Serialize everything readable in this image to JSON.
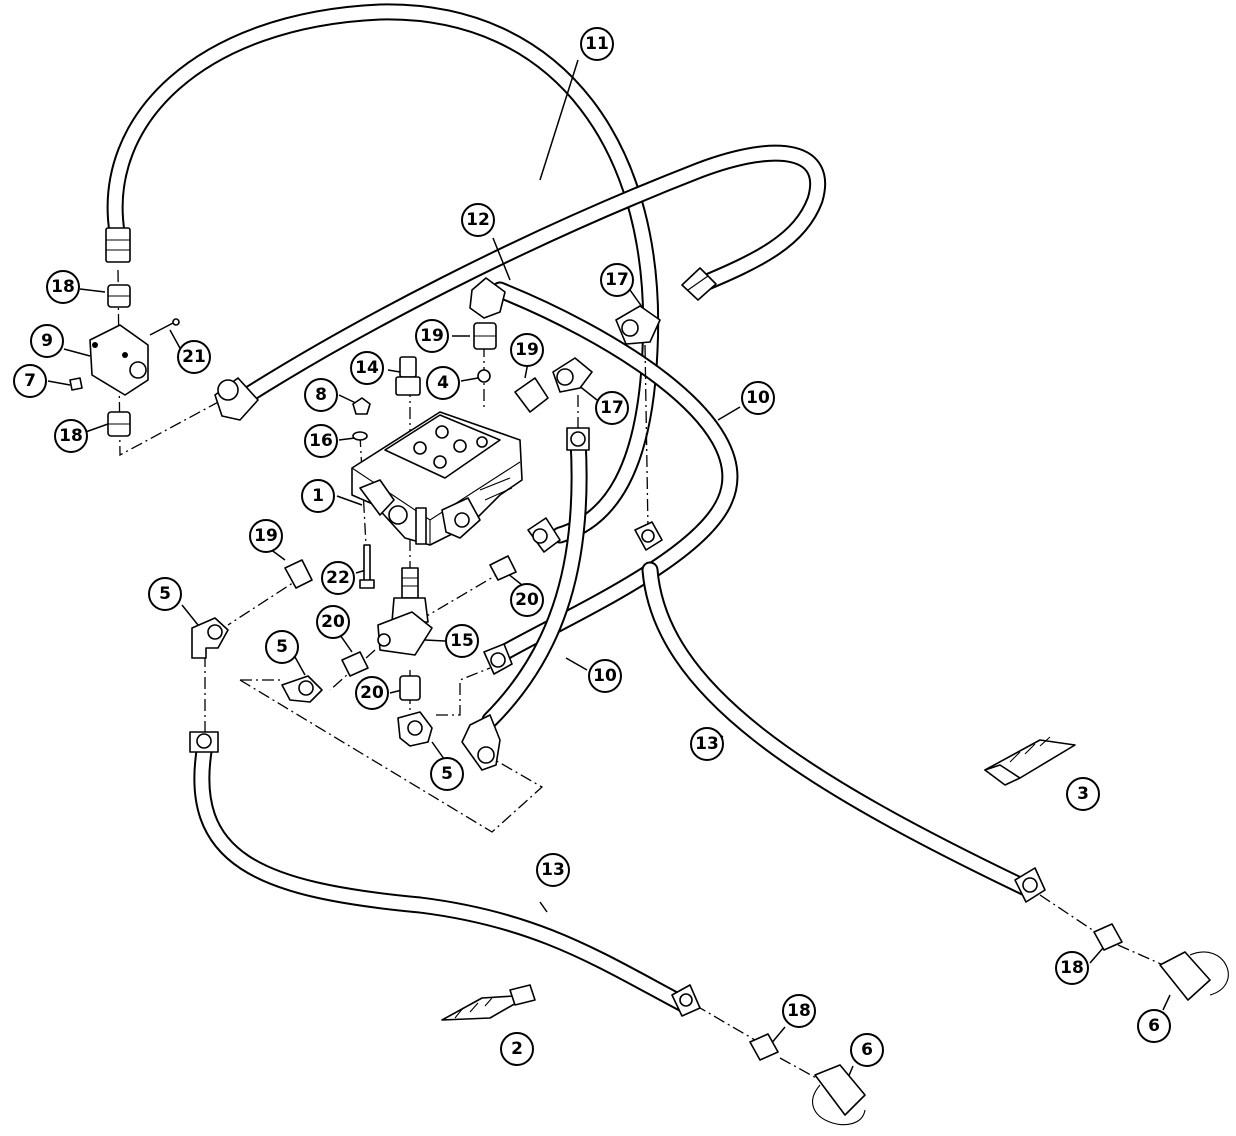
{
  "diagram": {
    "callouts": {
      "c1": "1",
      "c2": "2",
      "c3": "3",
      "c4": "4",
      "c5a": "5",
      "c5b": "5",
      "c5c": "5",
      "c6a": "6",
      "c6b": "6",
      "c7": "7",
      "c8": "8",
      "c9": "9",
      "c10a": "10",
      "c10b": "10",
      "c11": "11",
      "c12": "12",
      "c13a": "13",
      "c13b": "13",
      "c14": "14",
      "c15": "15",
      "c16": "16",
      "c17a": "17",
      "c17b": "17",
      "c18a": "18",
      "c18b": "18",
      "c18c": "18",
      "c18d": "18",
      "c19a": "19",
      "c19b": "19",
      "c19c": "19",
      "c20a": "20",
      "c20b": "20",
      "c20c": "20",
      "c21": "21",
      "c22": "22"
    },
    "colors": {
      "line": "#000000",
      "background": "#ffffff"
    }
  }
}
